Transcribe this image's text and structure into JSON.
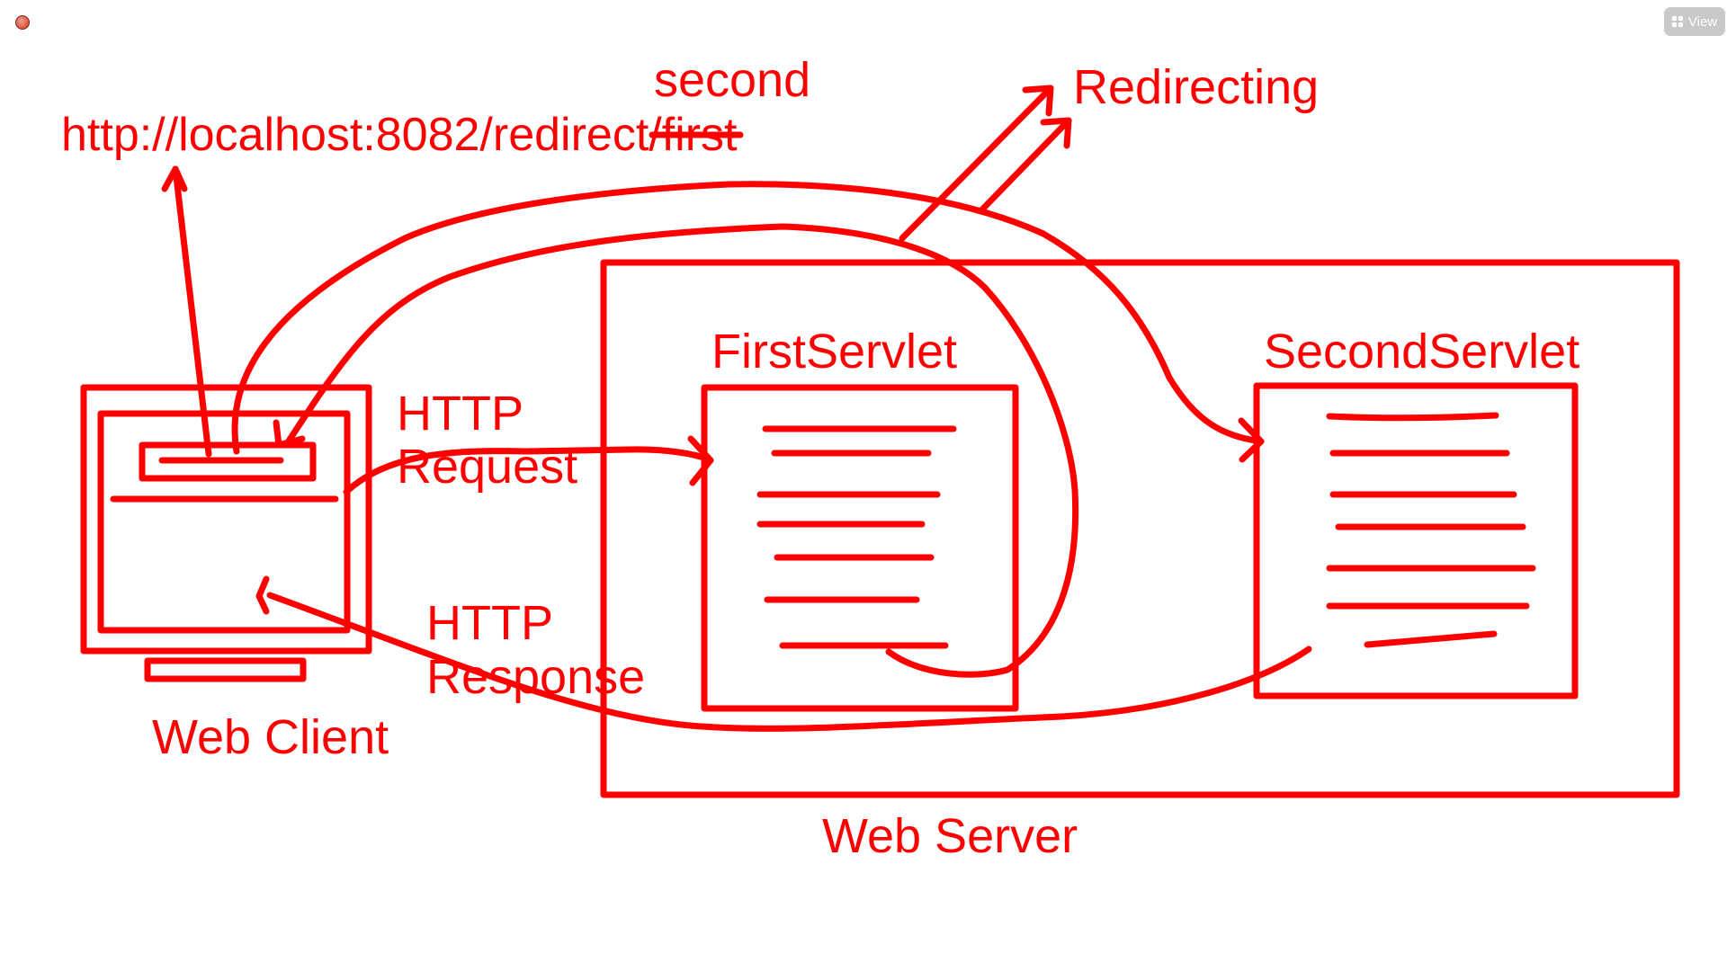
{
  "toolbar": {
    "view_label": "View",
    "view_icon": "grid-icon"
  },
  "status": {
    "record_indicator": "record-dot"
  },
  "annotations": {
    "url_prefix": "http://localhost:8082/redirect/",
    "url_struck_segment": "first",
    "replacement_text": "second",
    "redirecting_label": "Redirecting",
    "http_request_line1": "HTTP",
    "http_request_line2": "Request",
    "http_response_line1": "HTTP",
    "http_response_line2": "Response"
  },
  "nodes": {
    "web_client_label": "Web Client",
    "web_server_label": "Web Server",
    "first_servlet_label": "FirstServlet",
    "second_servlet_label": "SecondServlet"
  },
  "colors": {
    "ink": "#ff0000",
    "background": "#ffffff"
  }
}
